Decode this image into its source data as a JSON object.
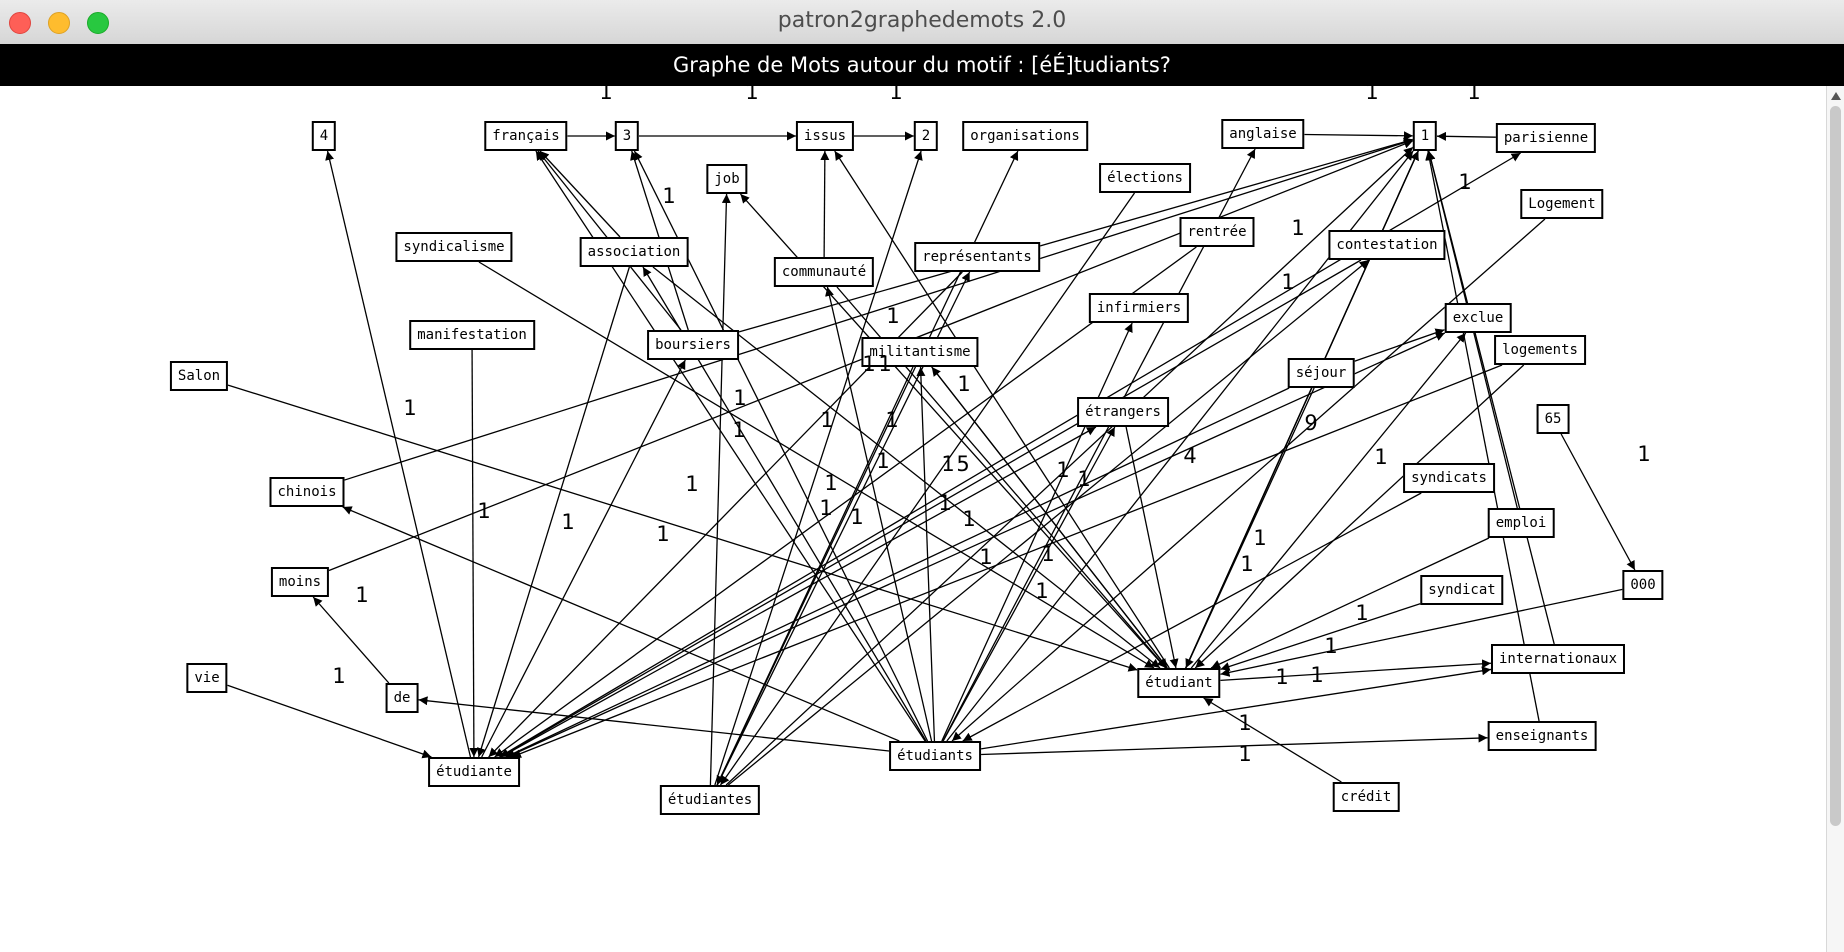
{
  "window": {
    "title": "patron2graphedemots 2.0",
    "buttons": [
      "close-button",
      "minimize-button",
      "zoom-button"
    ]
  },
  "header": {
    "text": "Graphe de Mots autour du motif : [éÉ]tudiants?"
  },
  "graph": {
    "nodes": {
      "n4": "4",
      "francais": "français",
      "n3": "3",
      "issus": "issus",
      "n2": "2",
      "organisations": "organisations",
      "anglaise": "anglaise",
      "n1": "1",
      "parisienne": "parisienne",
      "job": "job",
      "elections": "élections",
      "logement": "Logement",
      "syndicalisme": "syndicalisme",
      "association": "association",
      "communaute": "communauté",
      "representants": "représentants",
      "rentree": "rentrée",
      "contestation": "contestation",
      "infirmiers": "infirmiers",
      "exclue": "exclue",
      "manifestation": "manifestation",
      "boursiers": "boursiers",
      "militantisme": "militantisme",
      "logements": "logements",
      "salon": "Salon",
      "sejour": "séjour",
      "etrangers": "étrangers",
      "n65": "65",
      "chinois": "chinois",
      "syndicats": "syndicats",
      "emploi": "emploi",
      "moins": "moins",
      "n000": "000",
      "syndicat": "syndicat",
      "internationaux": "internationaux",
      "vie": "vie",
      "de": "de",
      "etudiant": "étudiant",
      "enseignants": "enseignants",
      "etudiante": "étudiante",
      "etudiants": "étudiants",
      "credit": "crédit",
      "etudiantes": "étudiantes"
    },
    "edge_labels": [
      "1",
      "1",
      "1",
      "1",
      "1",
      "1",
      "1",
      "1",
      "1",
      "1",
      "1",
      "1",
      "1",
      "1",
      "1",
      "1",
      "1",
      "1",
      "1",
      "1",
      "1",
      "1",
      "1",
      "1",
      "1",
      "1",
      "1",
      "1",
      "1",
      "1",
      "1",
      "9",
      "4",
      "5",
      "1",
      "1",
      "1",
      "1",
      "1",
      "1",
      "1",
      "1",
      "1",
      "1",
      "1",
      "1",
      "1",
      "1",
      "1"
    ]
  }
}
